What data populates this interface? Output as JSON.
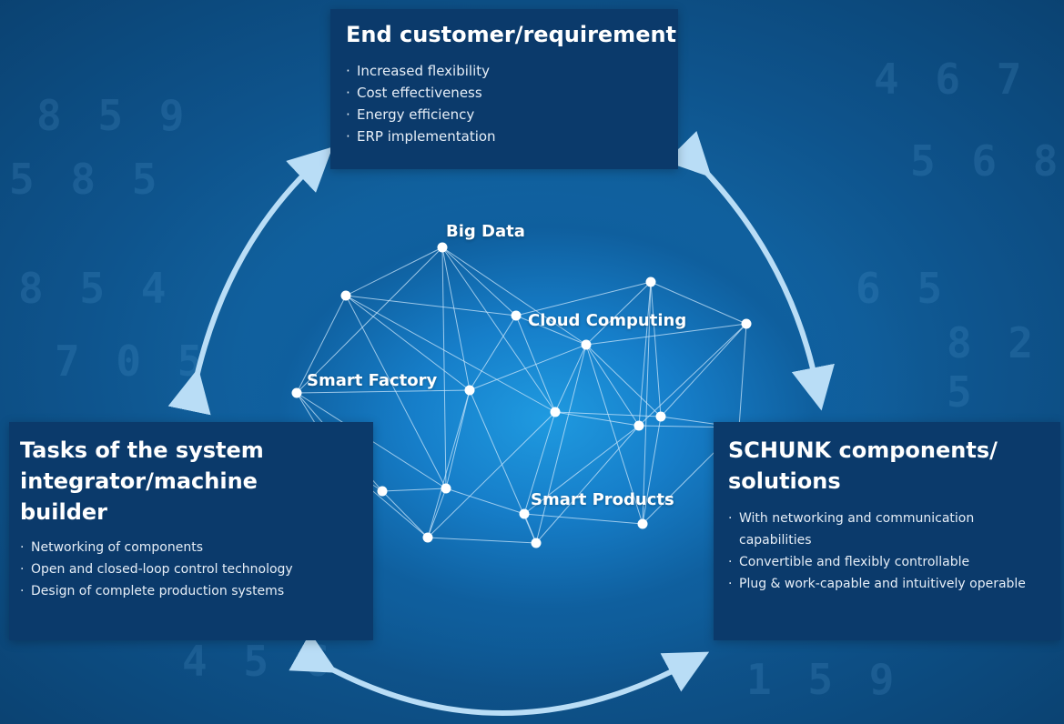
{
  "end_customer": {
    "title": "End customer/requirement",
    "items": [
      "Increased flexibility",
      "Cost effectiveness",
      "Energy efficiency",
      "ERP implementation"
    ]
  },
  "system_integrator": {
    "title": "Tasks of the system integrator/machine builder",
    "items": [
      "Networking of components",
      "Open and closed-loop control technology",
      "Design of complete production systems"
    ]
  },
  "schunk": {
    "title": "SCHUNK components/ solutions",
    "items": [
      "With networking and communication capabilities",
      "Convertible and flexibly controllable",
      "Plug & work-capable and intuitively operable"
    ]
  },
  "network": {
    "labels": {
      "big_data": "Big Data",
      "cloud_computing": "Cloud Computing",
      "smart_factory": "Smart Factory",
      "smart_products": "Smart Products"
    }
  },
  "colors": {
    "box_background": "#0b3a6b",
    "arrow": "#b9ddf6",
    "node": "#ffffff"
  }
}
